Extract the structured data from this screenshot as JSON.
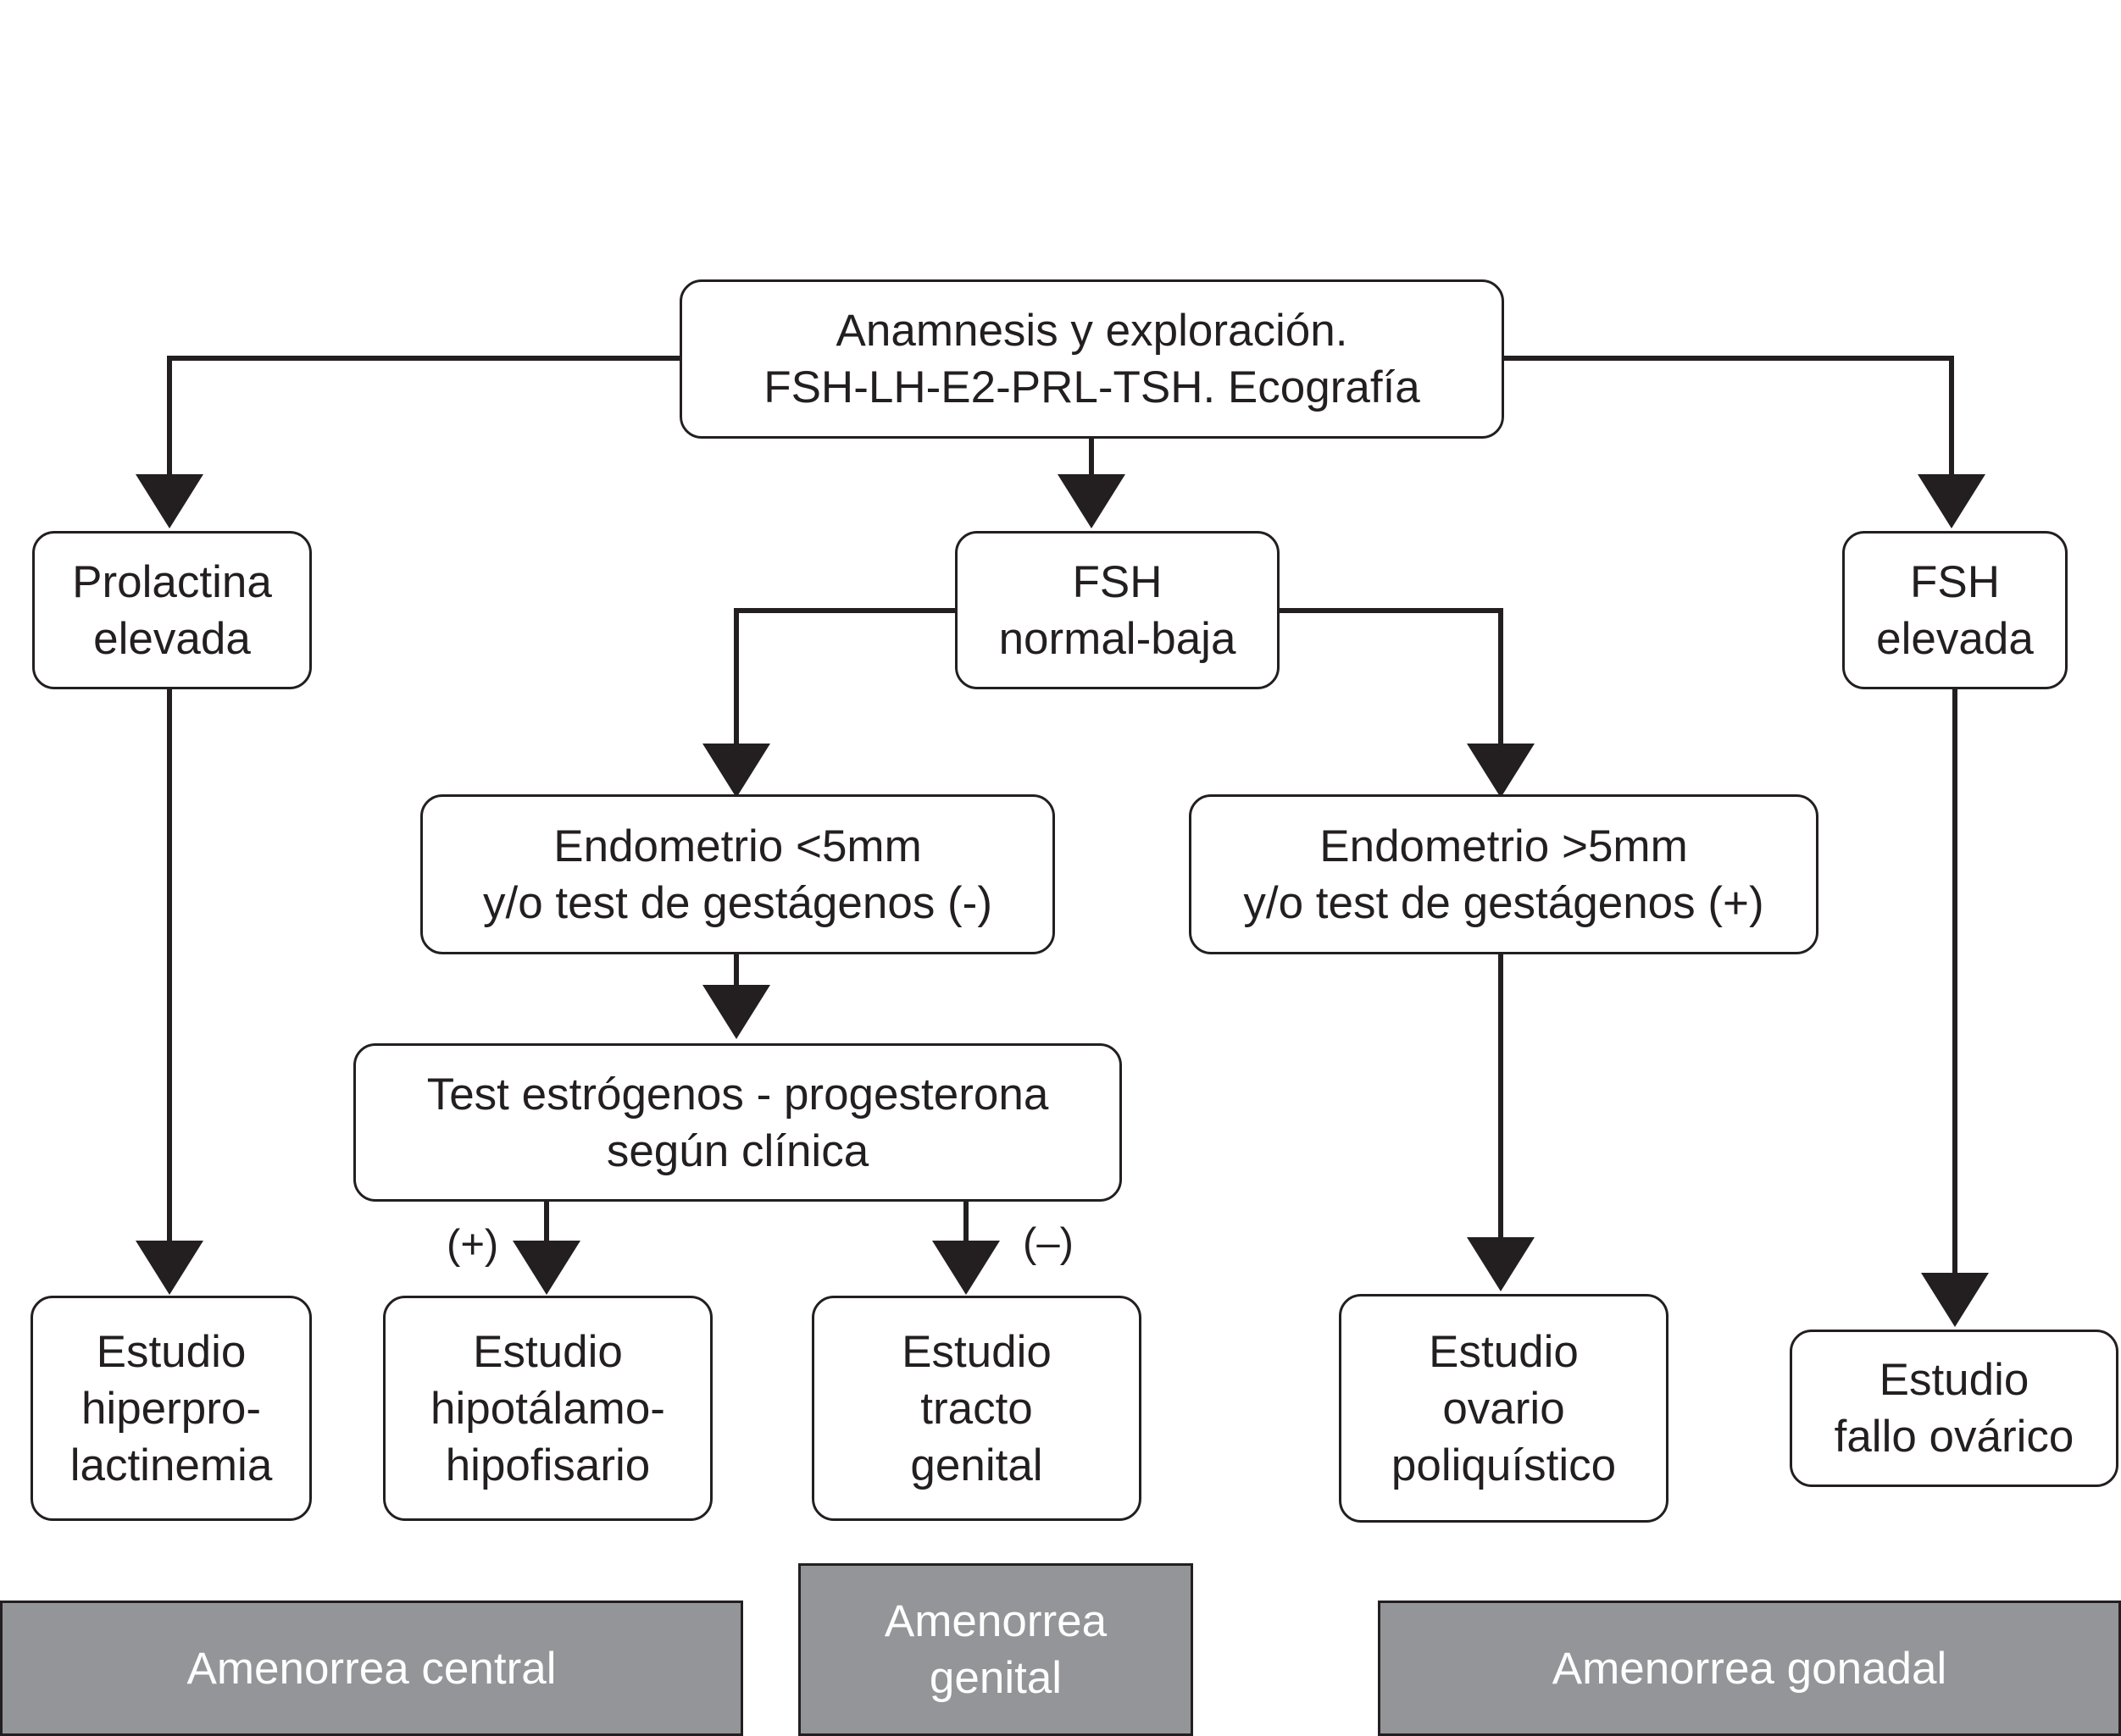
{
  "nodes": {
    "start": {
      "line1": "Anamnesis y exploración.",
      "line2": "FSH-LH-E2-PRL-TSH. Ecografía"
    },
    "prolactina": {
      "line1": "Prolactina",
      "line2": "elevada"
    },
    "fsh_normal": {
      "line1": "FSH",
      "line2": "normal-baja"
    },
    "fsh_elevada": {
      "line1": "FSH",
      "line2": "elevada"
    },
    "endo_low": {
      "line1": "Endometrio <5mm",
      "line2": "y/o test de gestágenos (-)"
    },
    "endo_high": {
      "line1": "Endometrio >5mm",
      "line2": "y/o test de gestágenos (+)"
    },
    "test_ep": {
      "line1": "Test estrógenos - progesterona",
      "line2": "según clínica"
    },
    "est_hiperpro": {
      "line1": "Estudio",
      "line2": "hiperpro-",
      "line3": "lactinemia"
    },
    "est_hipot": {
      "line1": "Estudio",
      "line2": "hipotálamo-",
      "line3": "hipofisario"
    },
    "est_tracto": {
      "line1": "Estudio",
      "line2": "tracto",
      "line3": "genital"
    },
    "est_ovario": {
      "line1": "Estudio",
      "line2": "ovario",
      "line3": "poliquístico"
    },
    "est_fallo": {
      "line1": "Estudio",
      "line2": "fallo ovárico"
    }
  },
  "edge_labels": {
    "positive": "(+)",
    "negative": "(–)"
  },
  "categories": {
    "central": {
      "line1": "Amenorrea central"
    },
    "genital": {
      "line1": "Amenorrea",
      "line2": "genital"
    },
    "gonadal": {
      "line1": "Amenorrea gonadal"
    }
  },
  "colors": {
    "ink": "#231f20",
    "band_fill": "#939598",
    "band_text": "#ffffff"
  }
}
